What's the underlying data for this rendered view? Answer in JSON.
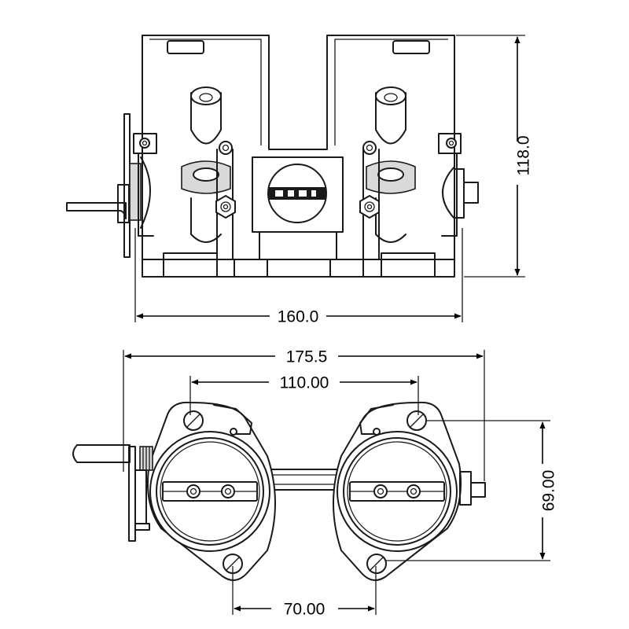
{
  "dimensions": {
    "top_height": "118.0",
    "top_width": "160.0",
    "overall_width": "175.5",
    "bolt_span_top": "110.00",
    "bolt_span_vertical": "69.00",
    "bolt_span_bottom": "70.00"
  },
  "colors": {
    "line": "#1a1a1a",
    "background": "#ffffff"
  }
}
